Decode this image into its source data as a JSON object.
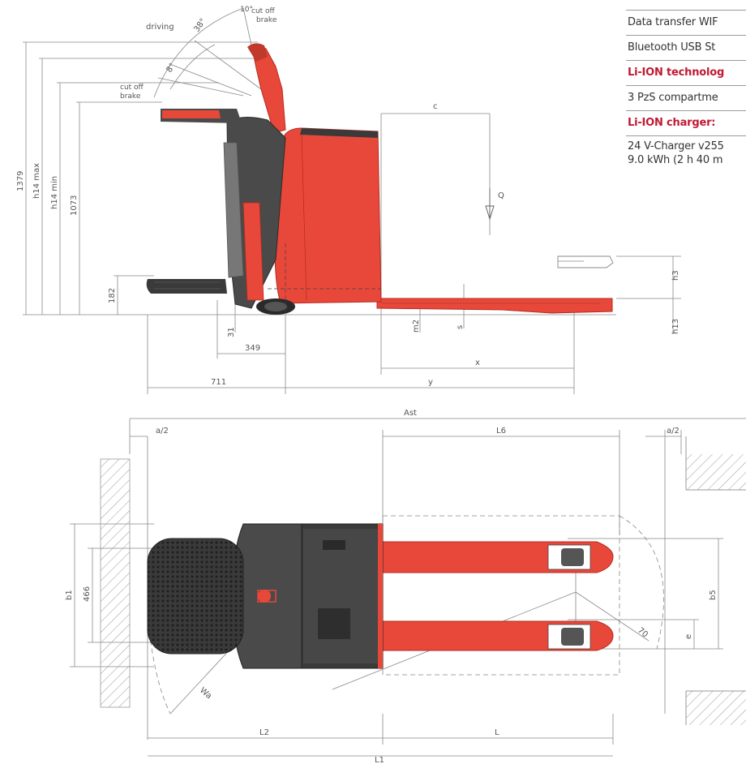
{
  "table": {
    "rows": [
      {
        "text": "Data transfer WIF",
        "kind": "normal"
      },
      {
        "text": "Bluetooth USB St",
        "kind": "normal"
      },
      {
        "text": "Li-ION technolog",
        "kind": "head"
      },
      {
        "text": "3 PzS compartme",
        "kind": "normal"
      },
      {
        "text": "Li-ION charger:",
        "kind": "head"
      },
      {
        "text": "24 V-Charger v255",
        "text2": "9.0 kWh (2 h 40 m",
        "kind": "tall"
      }
    ]
  },
  "side_view": {
    "labels": {
      "driving": "driving",
      "angle_38": "38°",
      "angle_10": "10°",
      "cut_off_brake_top_1": "cut off",
      "cut_off_brake_top_2": "brake",
      "angle_8": "8°",
      "cut_off_brake_mid_1": "cut off",
      "cut_off_brake_mid_2": "brake",
      "dim_1379": "1379",
      "dim_h14max": "h14 max",
      "dim_h14min": "h14 min",
      "dim_1073": "1073",
      "dim_182": "182",
      "dim_31": "31",
      "dim_349": "349",
      "dim_711": "711",
      "dim_m2": "m2",
      "dim_s": "s",
      "dim_x": "x",
      "dim_y": "y",
      "dim_c": "c",
      "load_q": "Q",
      "dim_h3": "h3",
      "dim_h13": "h13"
    }
  },
  "top_view": {
    "labels": {
      "ast": "Ast",
      "a2_left": "a/2",
      "a2_right": "a/2",
      "l6": "L6",
      "b1": "b1",
      "dim_466": "466",
      "b5": "b5",
      "e": "e",
      "wa": "Wa",
      "l2": "L2",
      "l": "L",
      "l1": "L1",
      "r": "70"
    }
  },
  "colors": {
    "truck_red": "#e8483a",
    "dark_red": "#b52a1f",
    "dark_gray": "#4a4a4a",
    "mid_gray": "#777777",
    "line_gray": "#888888",
    "accent_red": "#c01933"
  }
}
